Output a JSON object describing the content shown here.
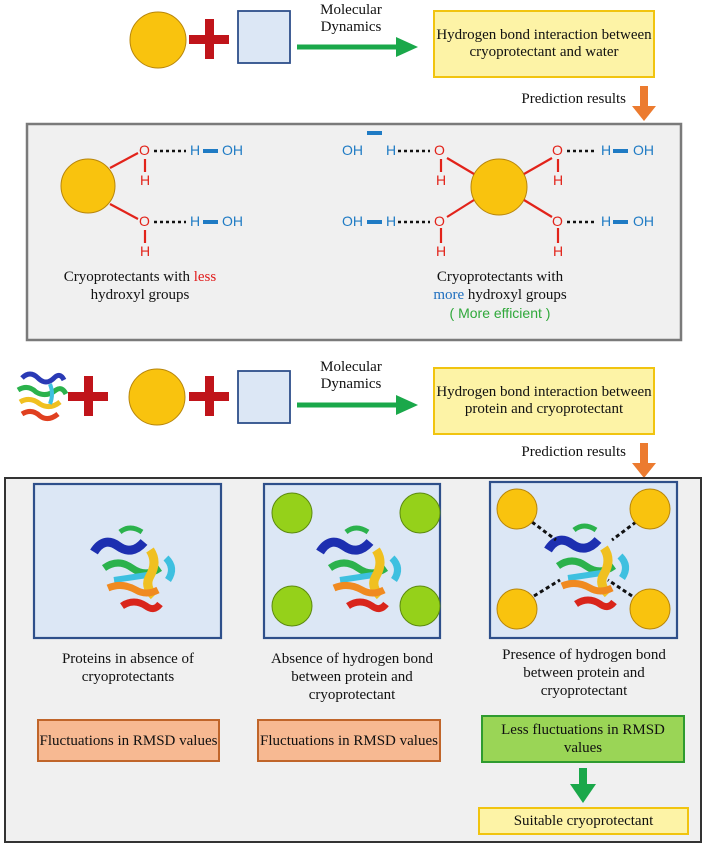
{
  "top_row": {
    "md_label": "Molecular Dynamics",
    "result_box": "Hydrogen bond interaction between cryoprotectant and water",
    "prediction_label": "Prediction results"
  },
  "panel1": {
    "atoms": {
      "O": "O",
      "H": "H",
      "OH": "OH"
    },
    "left_caption": {
      "pre": "Cryoprotectants with ",
      "highlight": "less",
      "post": " hydroxyl groups"
    },
    "right_caption": {
      "pre": "Cryoprotectants with",
      "highlight": "more",
      "post": " hydroxyl groups",
      "note": "( More efficient )"
    }
  },
  "middle_row": {
    "md_label": "Molecular Dynamics",
    "result_box": "Hydrogen bond interaction between protein and cryoprotectant",
    "prediction_label": "Prediction results"
  },
  "panel2": {
    "captions": [
      "Proteins in absence of cryoprotectants",
      "Absence of hydrogen bond between protein and cryoprotectant",
      "Presence of hydrogen bond between protein and cryoprotectant"
    ],
    "results": [
      "Fluctuations in RMSD values",
      "Fluctuations in RMSD values",
      "Less fluctuations in RMSD values"
    ],
    "final": "Suitable cryoprotectant"
  },
  "colors": {
    "cryo": "#f9c30e",
    "water": "#dce7f5",
    "plus": "#c0141a",
    "arrow_green": "#1aa84a",
    "arrow_orange": "#ec7b2f",
    "bond_red": "#e2231a",
    "atom_blue": "#1f7bc4",
    "green_ball": "#95d11a",
    "less_red": "#e01b1b",
    "more_blue": "#1f6fbf",
    "efficient_green": "#2fa83a"
  }
}
